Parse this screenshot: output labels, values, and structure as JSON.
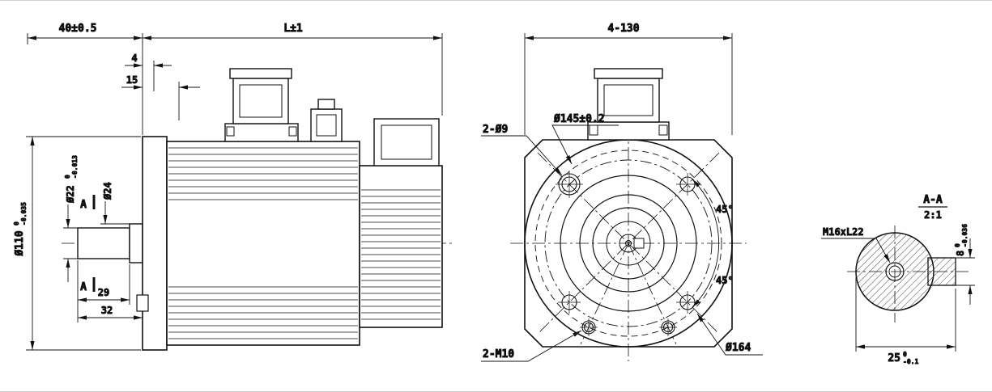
{
  "side_view": {
    "dim_shaft": "40±0.5",
    "dim_length": "L±1",
    "dim_step": "4",
    "dim_boss": "15",
    "d22": {
      "main": "Ø22",
      "tol_top": "0",
      "tol_bot": "-0.013"
    },
    "d24": "Ø24",
    "d110": {
      "main": "Ø110",
      "tol_top": "0",
      "tol_bot": "-0.035"
    },
    "section_mark_top": "A",
    "section_mark_bottom": "A",
    "dim_29": "29",
    "dim_32": "32"
  },
  "front_view": {
    "dim_width": "4-130",
    "holes": "2-Ø9",
    "bolt_circle": "Ø145±0.2",
    "angle_upper": "45°",
    "angle_lower": "45°",
    "tapped_holes": "2-M10",
    "outer_dia": "Ø164"
  },
  "section_view": {
    "title": "A-A",
    "scale": "2:1",
    "thread": "M16xL22",
    "key_height": {
      "main": "8",
      "tol_top": "0",
      "tol_bot": "-0.036"
    },
    "across": {
      "main": "25",
      "tol_top": "0",
      "tol_bot": "-0.1"
    }
  },
  "colors": {
    "line": "#111111",
    "background": "#ffffff"
  }
}
